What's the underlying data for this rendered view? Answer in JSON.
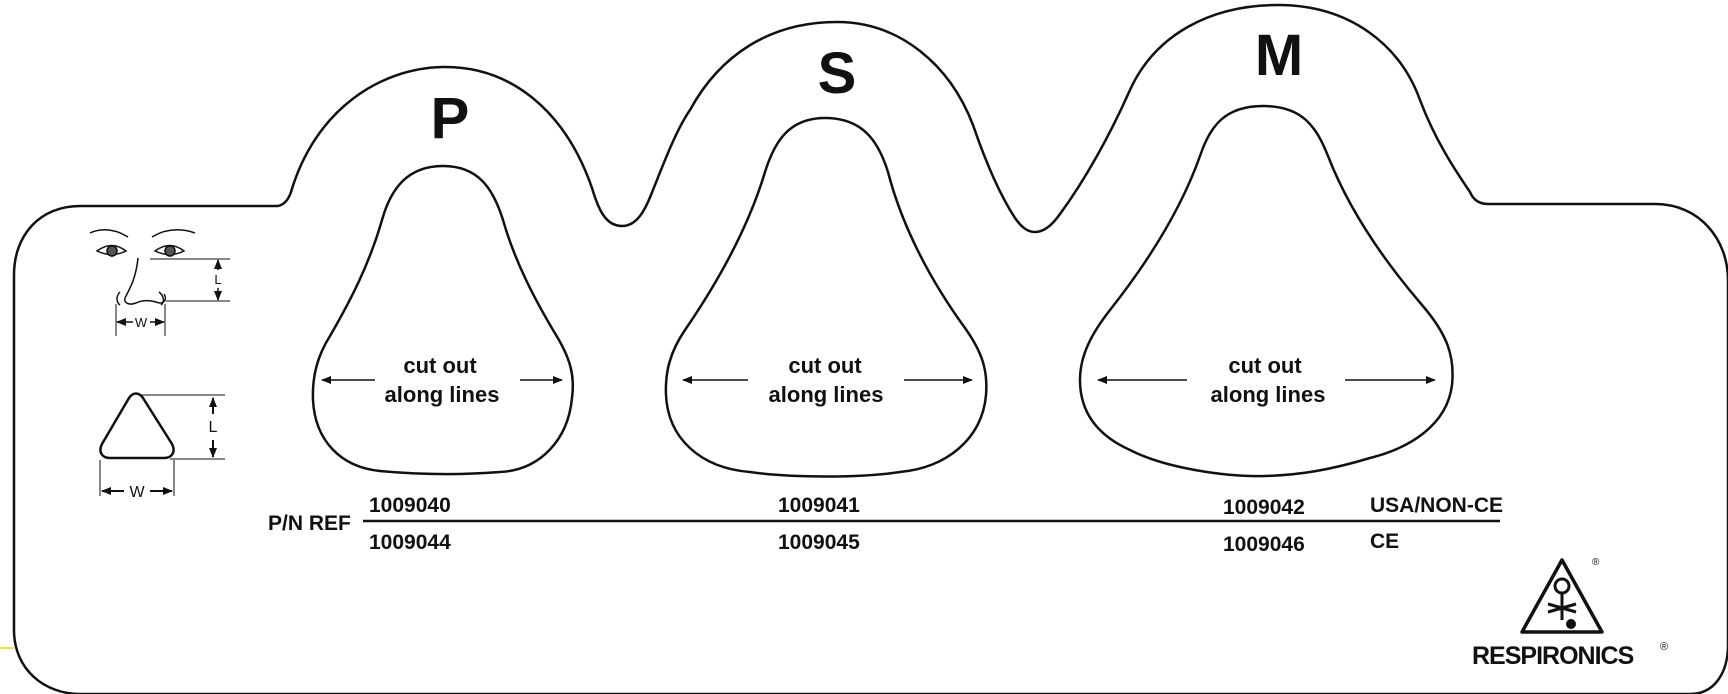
{
  "sizes": [
    {
      "letter": "P",
      "cut_line1": "cut out",
      "cut_line2": "along lines",
      "pn_top": "1009040",
      "pn_bottom": "1009044"
    },
    {
      "letter": "S",
      "cut_line1": "cut out",
      "cut_line2": "along lines",
      "pn_top": "1009041",
      "pn_bottom": "1009045"
    },
    {
      "letter": "M",
      "cut_line1": "cut out",
      "cut_line2": "along lines",
      "pn_top": "1009042",
      "pn_bottom": "1009046"
    }
  ],
  "pn_label": "P/N REF",
  "region_top": "USA/NON-CE",
  "region_bottom": "CE",
  "dim_labels": {
    "nose_length": "L",
    "nose_width": "W",
    "tri_length": "L",
    "tri_width": "W"
  },
  "brand": {
    "name": "RESPIRONICS",
    "registered": "®"
  },
  "colors": {
    "line": "#111111",
    "accent": "#f2e33a"
  }
}
